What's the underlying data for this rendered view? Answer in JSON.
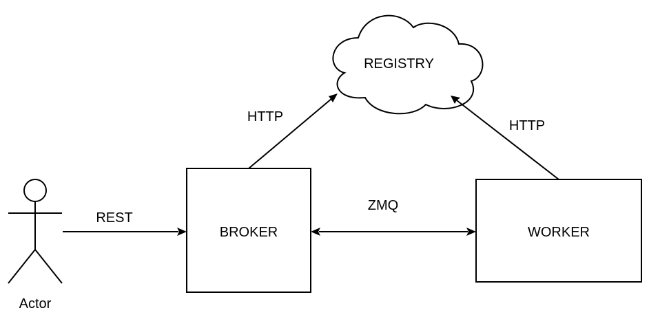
{
  "nodes": {
    "actor": {
      "label": "Actor"
    },
    "broker": {
      "label": "BROKER"
    },
    "worker": {
      "label": "WORKER"
    },
    "registry": {
      "label": "REGISTRY"
    }
  },
  "edges": {
    "actor_to_broker": {
      "label": "REST",
      "from": "Actor",
      "to": "BROKER"
    },
    "broker_to_registry": {
      "label": "HTTP",
      "from": "BROKER",
      "to": "REGISTRY"
    },
    "worker_to_registry": {
      "label": "HTTP",
      "from": "WORKER",
      "to": "REGISTRY"
    },
    "broker_worker": {
      "label": "ZMQ",
      "from": "BROKER",
      "to": "WORKER",
      "bidirectional": true
    }
  },
  "colors": {
    "stroke": "#000000",
    "fill": "#ffffff",
    "text": "#000000"
  }
}
